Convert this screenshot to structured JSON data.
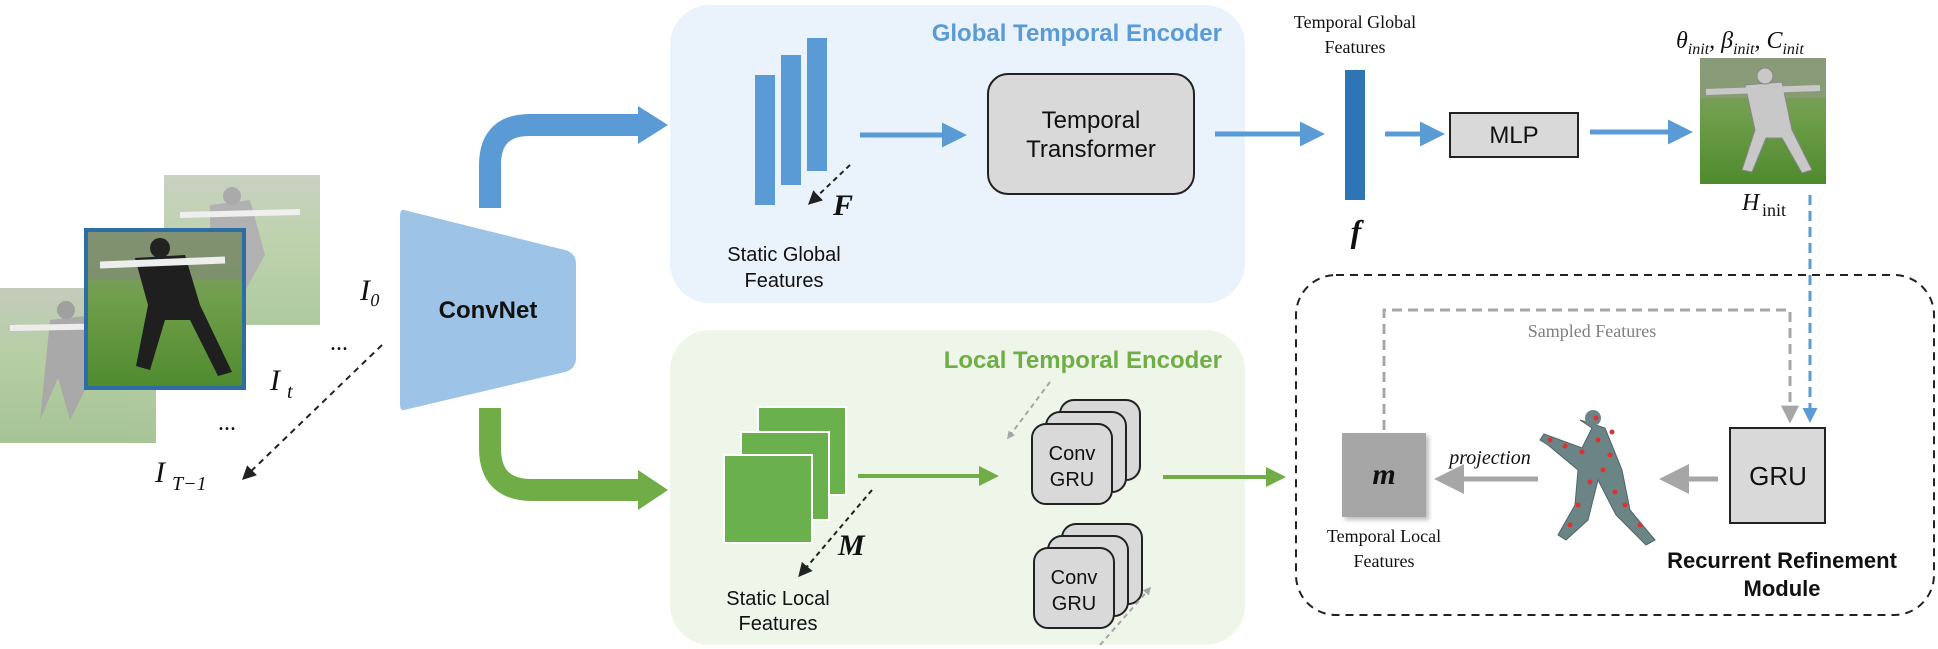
{
  "diagram": {
    "inputs": {
      "i0": "I₀",
      "it": "I",
      "it_sub": "t",
      "itm1": "I",
      "itm1_sub": "T−1",
      "dots_a": "...",
      "dots_b": "..."
    },
    "convnet": {
      "label": "ConvNet"
    },
    "global_encoder": {
      "title": "Global Temporal Encoder",
      "static_features_line1": "Static Global",
      "static_features_line2": "Features",
      "F_symbol": "F",
      "transformer_line1": "Temporal",
      "transformer_line2": "Transformer"
    },
    "temporal_global_features": {
      "line1": "Temporal Global",
      "line2": "Features",
      "f_symbol": "f"
    },
    "mlp": {
      "label": "MLP"
    },
    "init": {
      "theta": "θ",
      "beta": "β",
      "c": "C",
      "sub": "init",
      "h": "H",
      "h_sub": "init"
    },
    "local_encoder": {
      "title": "Local Temporal Encoder",
      "static_features_line1": "Static Local",
      "static_features_line2": "Features",
      "M_symbol": "M",
      "convgru_top_line1": "Conv",
      "convgru_top_line2": "GRU",
      "convgru_bottom_line1": "Conv",
      "convgru_bottom_line2": "GRU"
    },
    "refinement": {
      "sampled_features": "Sampled Features",
      "m_symbol": "m",
      "temporal_local_line1": "Temporal Local",
      "temporal_local_line2": "Features",
      "projection": "projection",
      "gru": "GRU",
      "title_line1": "Recurrent Refinement",
      "title_line2": "Module"
    },
    "colors": {
      "blue_arrow": "#5b9bd5",
      "green_arrow": "#70ad47",
      "global_bg": "#eaf2fb",
      "local_bg": "#eef6ea",
      "convnet": "#9dc3e6",
      "feature_blue": "#5b9bd5",
      "feature_green": "#6ab04c",
      "dark_blue": "#2e75b6",
      "gray_box": "#d9d9d9",
      "m_box": "#a6a6a6"
    }
  }
}
